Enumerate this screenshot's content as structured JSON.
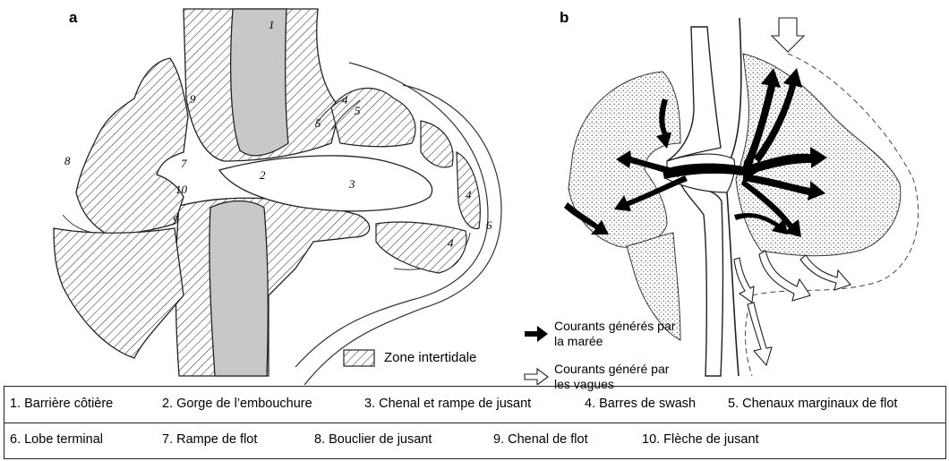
{
  "panels": {
    "a": "a",
    "b": "b"
  },
  "map_a_numbers": [
    "1",
    "2",
    "3",
    "4",
    "4",
    "4",
    "5",
    "5",
    "6",
    "7",
    "8",
    "9",
    "9",
    "10"
  ],
  "legend_a": {
    "intertidal": "Zone intertidale"
  },
  "legend_b": {
    "tide_currents_line1": "Courants générés par",
    "tide_currents_line2": "la marée",
    "wave_currents_line1": "Courants généré par",
    "wave_currents_line2": "les vagues"
  },
  "key": {
    "row1": [
      "1. Barrière côtière",
      "2. Gorge de l’embouchure",
      "3. Chenal et rampe de jusant",
      "4. Barres de swash",
      "5. Chenaux marginaux de flot"
    ],
    "row2": [
      "6. Lobe terminal",
      "7. Rampe de flot",
      "8. Bouclier de jusant",
      "9. Chenal de flot",
      "10. Flèche de jusant"
    ]
  }
}
